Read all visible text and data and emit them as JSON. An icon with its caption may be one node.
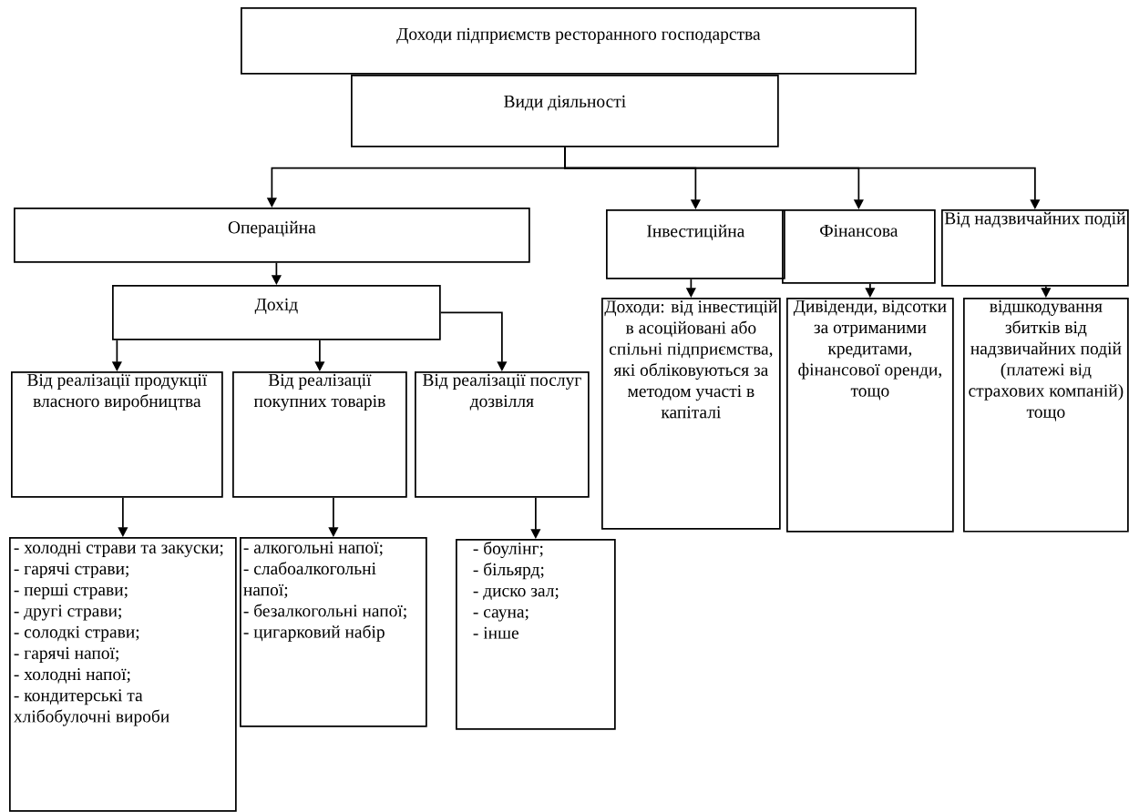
{
  "diagram": {
    "nodes": [
      {
        "text": [
          "Доходи підприємств ресторанного господарства"
        ]
      },
      {
        "text": [
          "Види діяльності"
        ]
      },
      {
        "text": [
          "Операційна"
        ]
      },
      {
        "text": [
          "Інвестиційна"
        ]
      },
      {
        "text": [
          "Фінансова"
        ]
      },
      {
        "text": [
          "Від надзвичайних подій"
        ]
      },
      {
        "text": [
          "Дохід"
        ]
      },
      {
        "text": [
          "Від реалізації продукції власного виробництва"
        ]
      },
      {
        "text": [
          "Від реалізації покупних товарів"
        ]
      },
      {
        "text": [
          "Від реалізації послуг дозвілля"
        ]
      },
      {
        "text": [
          "- холодні страви та закуски;",
          "- гарячі страви;",
          "- перші страви;",
          "- другі страви;",
          "- солодкі страви;",
          "- гарячі напої;",
          "- холодні напої;",
          "- кондитерські та хлібобулочні вироби"
        ]
      },
      {
        "text": [
          "- алкогольні напої;",
          "- слабоалкогольні напої;",
          "- безалкогольні напої;",
          "- цигарковий набір"
        ]
      },
      {
        "text": [
          "- боулінг;",
          "- більярд;",
          "- диско зал;",
          "- сауна;",
          "- інше"
        ]
      },
      {
        "text": [
          "Доходи: від інвестицій в асоційовані або спільні підприємства, які обліковуються за методом участі в капіталі"
        ]
      },
      {
        "text": [
          "Дивіденди, відсотки за отриманими кредитами, фінансової оренди, тощо"
        ]
      },
      {
        "text": [
          "відшкодування збитків від надзвичайних подій (платежі від страхових компаній) тощо"
        ]
      }
    ],
    "edges": [
      {
        "from": 1,
        "to": 2,
        "arrow": "to"
      },
      {
        "from": 1,
        "to": 3,
        "arrow": "to"
      },
      {
        "from": 1,
        "to": 4,
        "arrow": "to"
      },
      {
        "from": 1,
        "to": 5,
        "arrow": "to"
      },
      {
        "from": 2,
        "to": 6,
        "arrow": "to"
      },
      {
        "from": 6,
        "to": 7,
        "arrow": "to"
      },
      {
        "from": 6,
        "to": 8,
        "arrow": "to"
      },
      {
        "from": 6,
        "to": 9,
        "arrow": "to"
      },
      {
        "from": 7,
        "to": 10,
        "arrow": "to"
      },
      {
        "from": 8,
        "to": 11,
        "arrow": "to"
      },
      {
        "from": 9,
        "to": 12,
        "arrow": "to"
      },
      {
        "from": 3,
        "to": 13,
        "arrow": "to"
      },
      {
        "from": 4,
        "to": 14,
        "arrow": "to"
      },
      {
        "from": 5,
        "to": 15,
        "arrow": "to"
      }
    ]
  }
}
